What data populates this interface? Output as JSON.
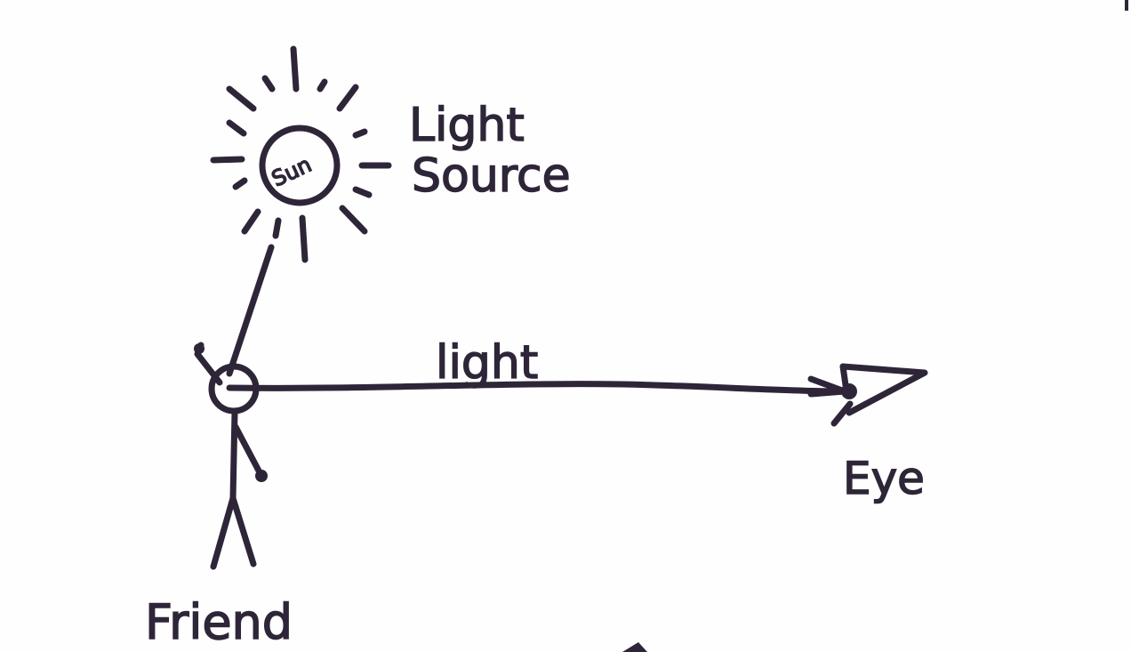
{
  "labels": {
    "sun": "Sun",
    "light_source_line1": "Light",
    "light_source_line2": "Source",
    "light": "light",
    "eye": "Eye",
    "friend": "Friend"
  },
  "colors": {
    "ink": "#2e2638",
    "paper": "#fefefe"
  }
}
